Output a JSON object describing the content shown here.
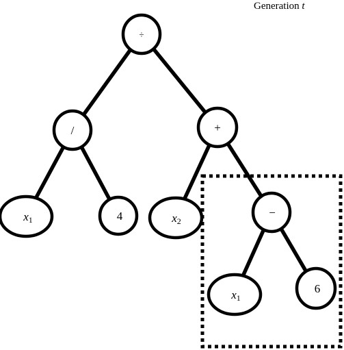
{
  "generation_label": {
    "text": "Generation",
    "variable": "t"
  },
  "tree": {
    "nodes": {
      "root": {
        "label": "÷"
      },
      "divide": {
        "label": "/"
      },
      "plus": {
        "label": "+"
      },
      "x1_left": {
        "var": "x",
        "sub": "1"
      },
      "four": {
        "label": "4"
      },
      "x2": {
        "var": "x",
        "sub": "2"
      },
      "minus": {
        "label": "−"
      },
      "x1_right": {
        "var": "x",
        "sub": "1"
      },
      "six": {
        "label": "6"
      }
    },
    "edges": [
      [
        "root",
        "divide"
      ],
      [
        "root",
        "plus"
      ],
      [
        "divide",
        "x1_left"
      ],
      [
        "divide",
        "four"
      ],
      [
        "plus",
        "x2"
      ],
      [
        "plus",
        "minus"
      ],
      [
        "minus",
        "x1_right"
      ],
      [
        "minus",
        "six"
      ]
    ],
    "selected_subtree_root": "minus"
  }
}
